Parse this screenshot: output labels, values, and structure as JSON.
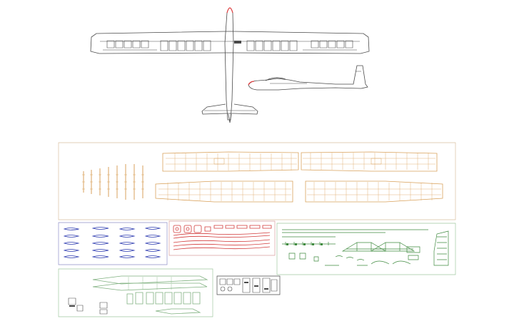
{
  "drawing": {
    "background": "#ffffff",
    "colors": {
      "outline": "#4a4a4a",
      "nose": "#e0393b",
      "sheet_wing_ribs": "#d9a25c",
      "sheet_blue_parts": "#2d3bb0",
      "sheet_red_parts": "#d23a3a",
      "sheet_green_parts": "#3f8a3f",
      "sheet_tail_parts": "#7fb07f",
      "sheet_misc": "#4a4a4a",
      "sheet_border_default": "#c8b090",
      "sheet_border_small": "#8080c0"
    },
    "views": [
      "top-view",
      "side-view"
    ],
    "sheets": [
      {
        "id": "wing-ribs-sheet",
        "color_key": "sheet_wing_ribs"
      },
      {
        "id": "blue-parts-sheet",
        "color_key": "sheet_blue_parts"
      },
      {
        "id": "red-parts-sheet",
        "color_key": "sheet_red_parts"
      },
      {
        "id": "green-parts-sheet",
        "color_key": "sheet_green_parts"
      },
      {
        "id": "tail-parts-sheet",
        "color_key": "sheet_tail_parts"
      },
      {
        "id": "servo-parts-sheet",
        "color_key": "sheet_misc"
      }
    ]
  }
}
